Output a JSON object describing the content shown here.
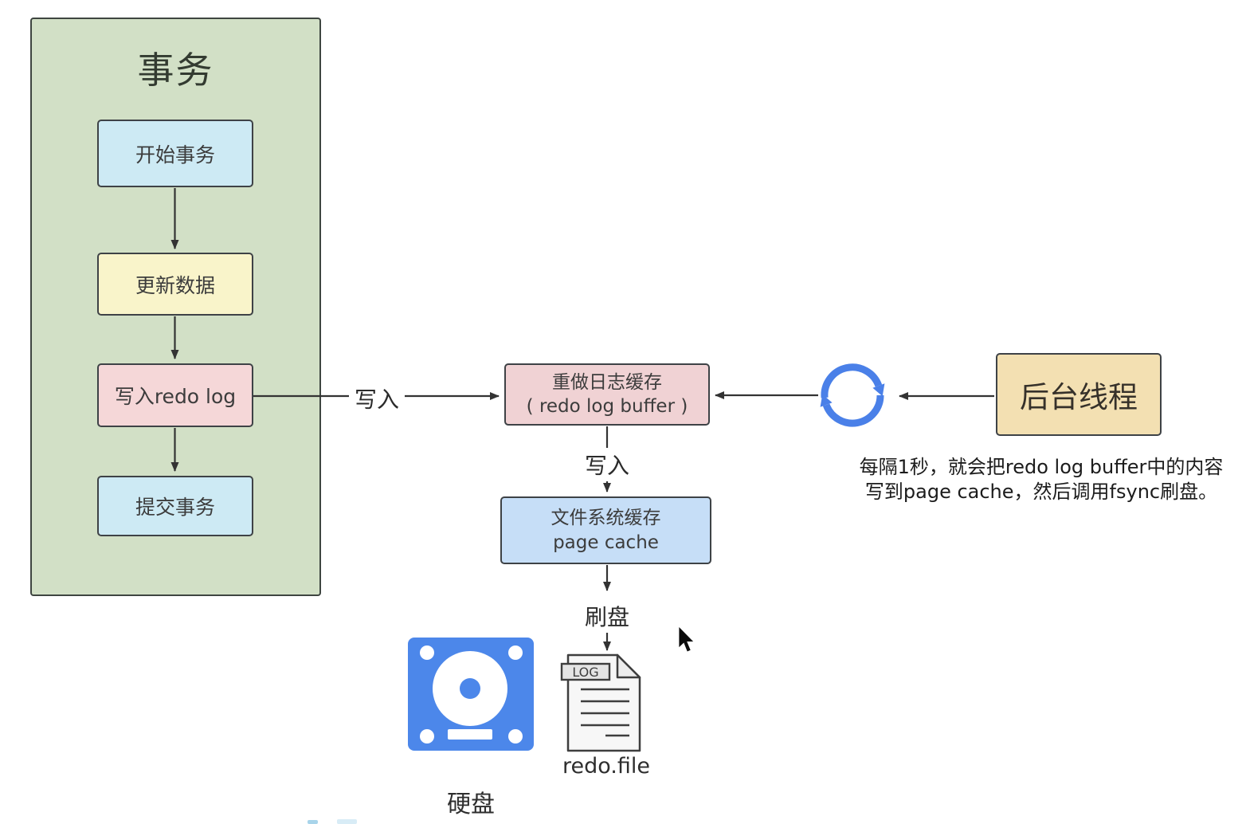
{
  "diagram": {
    "transaction": {
      "title": "事务",
      "container_bg": "#d2e0c6",
      "steps": [
        {
          "label": "开始事务",
          "bg": "#cdeaf4"
        },
        {
          "label": "更新数据",
          "bg": "#f9f4ca"
        },
        {
          "label": "写入redo log",
          "bg": "#f5d7d8"
        },
        {
          "label": "提交事务",
          "bg": "#cdeaf4"
        }
      ]
    },
    "redo_log_buffer": {
      "line1": "重做日志缓存",
      "line2": "( redo log buffer )",
      "bg": "#f0d2d4"
    },
    "page_cache": {
      "line1": "文件系统缓存",
      "line2": "page cache",
      "bg": "#c6def7"
    },
    "background_thread": {
      "label": "后台线程",
      "bg": "#f3e0b2"
    },
    "arrow_labels": {
      "write_to_buffer": "写入",
      "write_to_page_cache": "写入",
      "flush_to_disk": "刷盘"
    },
    "caption": {
      "line1": "每隔1秒，就会把redo log buffer中的内容",
      "line2": "写到page cache，然后调用fsync刷盘。"
    },
    "hard_disk": {
      "label": "硬盘"
    },
    "log_file": {
      "badge": "LOG",
      "label": "redo.file"
    },
    "colors": {
      "disk_icon_blue": "#4c87ea",
      "sync_icon_blue": "#4a80e8",
      "line_color": "#333333"
    }
  }
}
